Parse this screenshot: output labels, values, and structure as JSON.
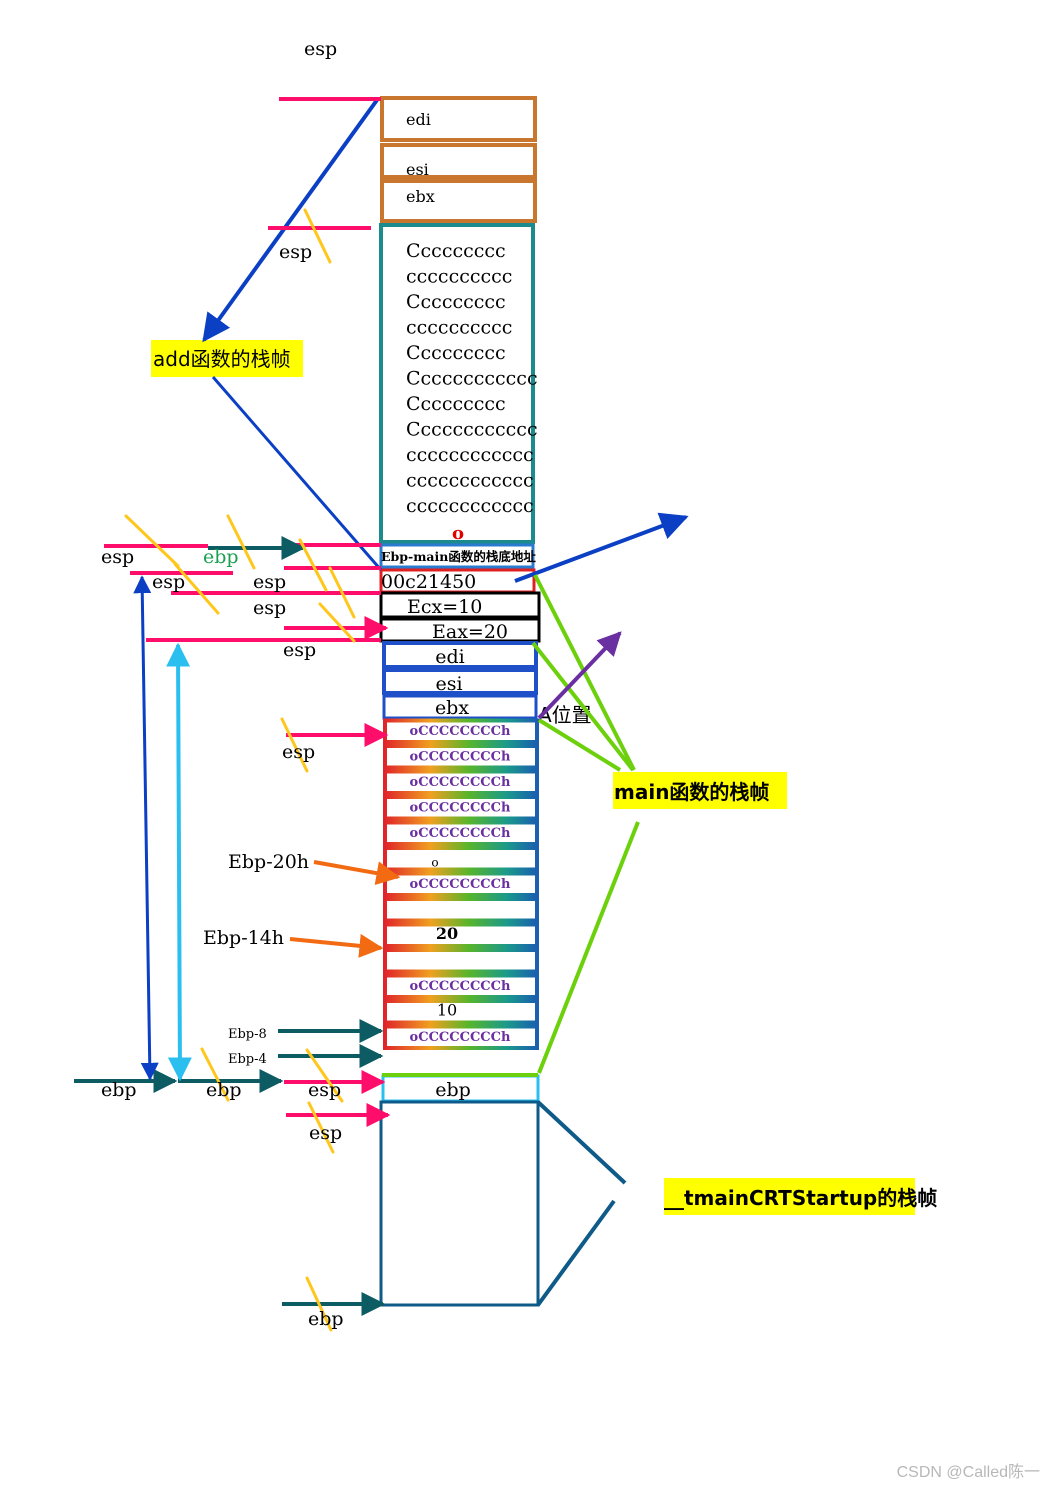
{
  "add_frame": {
    "label": "add函数的栈帧",
    "cells": [
      "edi",
      "esi",
      "ebx"
    ],
    "fill_lines": [
      "Ccccccccc",
      "cccccccccc",
      "Ccccccccc",
      "cccccccccc",
      "Ccccccccc",
      "Cccccccccccc",
      "Ccccccccc",
      "Cccccccccccc",
      "cccccccccccc",
      "cccccccccccc",
      "cccccccccccc"
    ],
    "zero": "o"
  },
  "main_frame": {
    "label": "main函数的栈帧",
    "ebp_main": "Ebp-main函数的栈底地址",
    "ret_addr": "00c21450",
    "ecx": "Ecx=10",
    "eax": "Eax=20",
    "saved": [
      "edi",
      "esi",
      "ebx"
    ],
    "a_pos": "A位置",
    "cells": [
      "oCCCCCCCCh",
      "oCCCCCCCCh",
      "oCCCCCCCCh",
      "oCCCCCCCCh",
      "oCCCCCCCCh",
      "o",
      "oCCCCCCCCh",
      "",
      "20",
      "",
      "oCCCCCCCCh",
      "10",
      "oCCCCCCCCh"
    ],
    "ebp_cell": "ebp"
  },
  "startup_frame": {
    "label": "__tmainCRTStartup的栈帧"
  },
  "offsets": {
    "ebp_20h": "Ebp-20h",
    "ebp_14h": "Ebp-14h",
    "ebp_8": "Ebp-8",
    "ebp_4": "Ebp-4"
  },
  "regs": {
    "esp": "esp",
    "ebp": "ebp"
  },
  "watermark": "CSDN @Called陈一",
  "colors": {
    "pink": "#ff0d6a",
    "yellow": "#ffd21f",
    "blue": "#0b3fc4",
    "green": "#6cd10c",
    "orange": "#f26a12",
    "teal": "#0d5b63",
    "cyan": "#2bbff0",
    "purple": "#6a2fa0",
    "highlight": "#ffff00"
  }
}
